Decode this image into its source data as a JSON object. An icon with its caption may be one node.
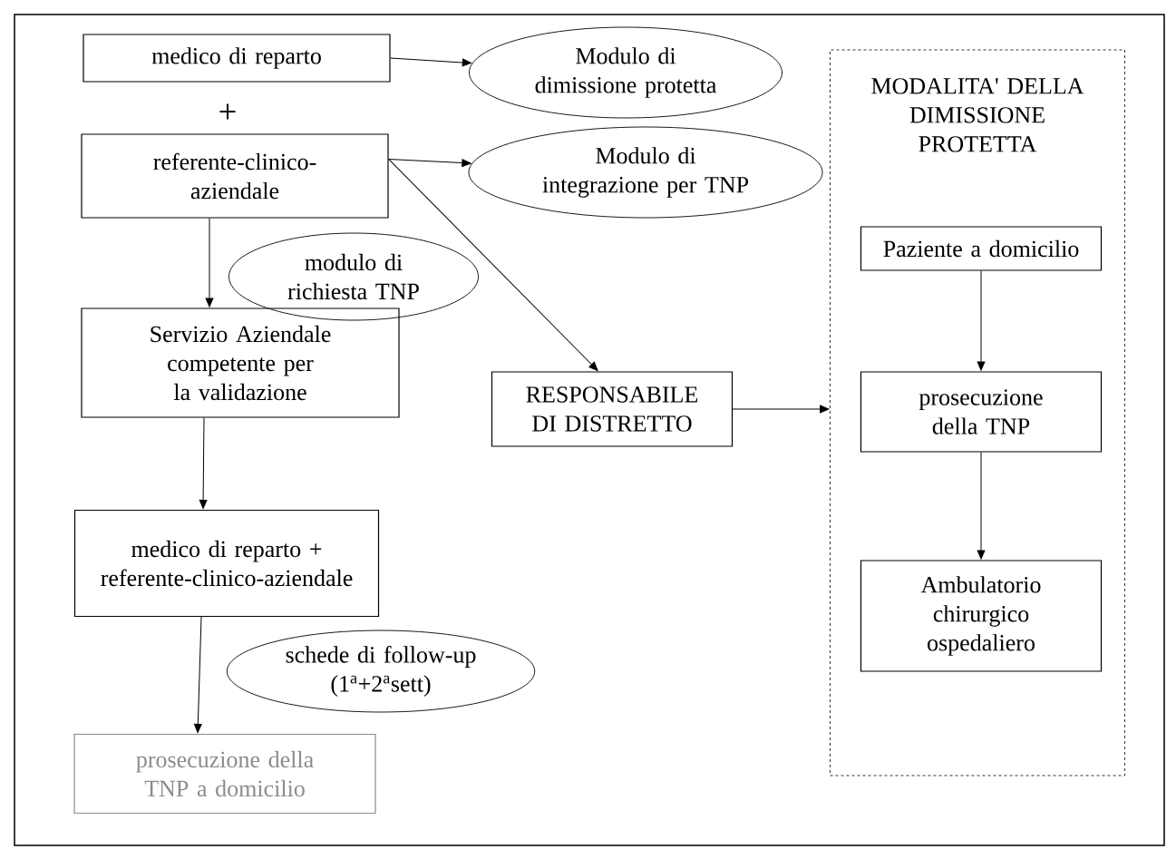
{
  "diagram": {
    "nodes": [
      {
        "text": [
          "medico di reparto"
        ]
      },
      {
        "text": [
          "Modulo di dimissione protetta"
        ]
      },
      {
        "text": [
          "referente-clinico-aziendale"
        ]
      },
      {
        "text": [
          "Modulo di integrazione per TNP"
        ]
      },
      {
        "text": [
          "modulo di richiesta TNP"
        ]
      },
      {
        "text": [
          "Servizio Aziendale competente per la validazione"
        ]
      },
      {
        "text": [
          "RESPONSABILE DI DISTRETTO"
        ]
      },
      {
        "text": [
          "MODALITA' DELLA DIMISSIONE PROTETTA"
        ]
      },
      {
        "text": [
          "Paziente a domicilio"
        ],
        "in": 7
      },
      {
        "text": [
          "prosecuzione della TNP"
        ],
        "in": 7
      },
      {
        "text": [
          "Ambulatorio chirurgico ospedaliero"
        ],
        "in": 7
      },
      {
        "text": [
          "medico di reparto + referente-clinico-aziendale"
        ]
      },
      {
        "text": [
          "schede di follow-up (1$^{a}$+2$^{a}$sett)"
        ]
      },
      {
        "text": [
          "prosecuzione della TNP a domicilio"
        ]
      }
    ],
    "edges": [
      {
        "from": 0,
        "to": 1,
        "arrow": "to"
      },
      {
        "from": 2,
        "to": 3,
        "arrow": "to"
      },
      {
        "from": 2,
        "to": 6,
        "arrow": "to"
      },
      {
        "from": 2,
        "to": 5,
        "arrow": "to"
      },
      {
        "from": 6,
        "to": 7,
        "arrow": "to"
      },
      {
        "from": 8,
        "to": 9,
        "arrow": "to"
      },
      {
        "from": 9,
        "to": 10,
        "arrow": "to"
      },
      {
        "from": 5,
        "to": 11,
        "arrow": "to"
      },
      {
        "from": 11,
        "to": 13,
        "arrow": "to"
      }
    ],
    "labels": [
      "+"
    ]
  }
}
